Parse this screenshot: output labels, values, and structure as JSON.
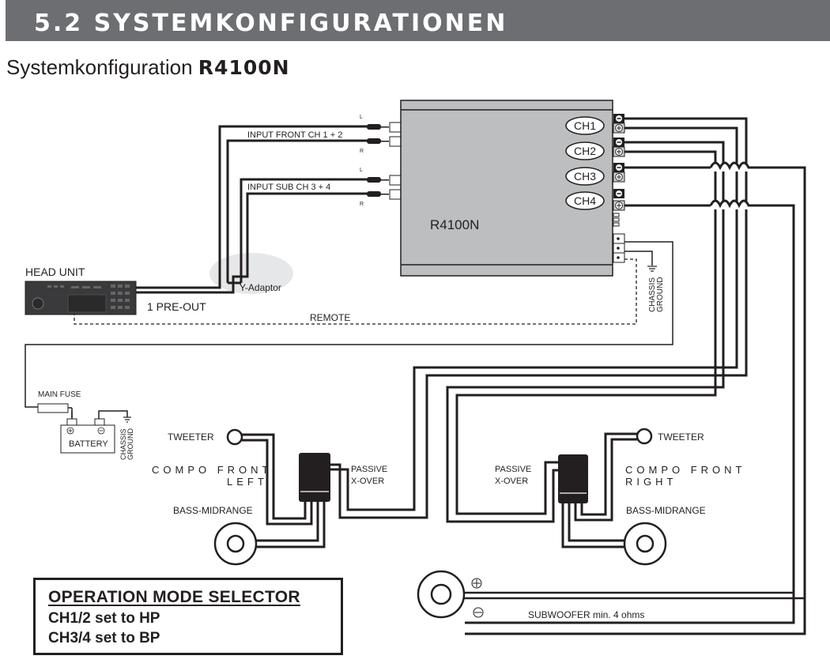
{
  "header": {
    "section_title": "5.2 SYSTEMKONFIGURATIONEN",
    "subtitle_prefix": "Systemkonfiguration",
    "subtitle_model": "R4100N"
  },
  "amplifier": {
    "model_label": "R4100N",
    "channels": [
      "CH1",
      "CH2",
      "CH3",
      "CH4"
    ],
    "terminal_minus": "−",
    "terminal_plus": "+"
  },
  "inputs": {
    "front_label": "INPUT FRONT  CH 1 + 2",
    "sub_label": "INPUT SUB  CH 3 + 4",
    "left": "L",
    "right": "R"
  },
  "head_unit": {
    "label": "HEAD UNIT",
    "preout_label": "1 PRE-OUT",
    "adaptor_label": "Y-Adaptor",
    "remote_label": "REMOTE"
  },
  "power": {
    "fuse_label": "MAIN FUSE",
    "battery_label": "BATTERY",
    "plus": "+",
    "minus": "−",
    "ground_line1": "CHASSIS",
    "ground_line2": "GROUND"
  },
  "speakers": {
    "left": {
      "tweeter": "TWEETER",
      "group_line1": "COMPO FRONT",
      "group_line2": "LEFT",
      "woofer": "BASS-MIDRANGE",
      "xover_line1": "PASSIVE",
      "xover_line2": "X-OVER"
    },
    "right": {
      "tweeter": "TWEETER",
      "group_line1": "COMPO FRONT",
      "group_line2": "RIGHT",
      "woofer": "BASS-MIDRANGE",
      "xover_line1": "PASSIVE",
      "xover_line2": "X-OVER"
    },
    "subwoofer": {
      "label": "SUBWOOFER min. 4 ohms",
      "plus": "+",
      "minus": "−"
    }
  },
  "mode_selector": {
    "title": "OPERATION MODE SELECTOR",
    "line1": "CH1/2 set to HP",
    "line2": "CH3/4 set to BP"
  },
  "colors": {
    "header_bar": "#6d6e71",
    "amp_body": "#bcbec0",
    "ink": "#231f20",
    "adaptor_bubble": "#e6e7e8"
  }
}
